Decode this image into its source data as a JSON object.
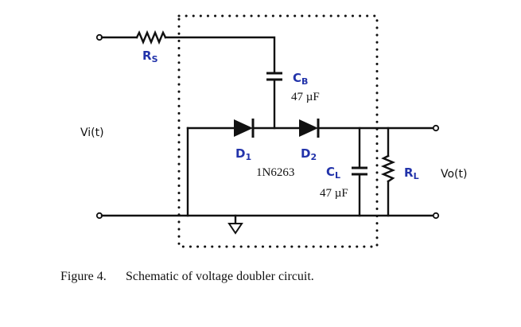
{
  "labels": {
    "rs": {
      "main": "R",
      "sub": "S"
    },
    "vi": "Vi(t)",
    "cb": {
      "main": "C",
      "sub": "B",
      "value": "47 µF"
    },
    "d1": {
      "main": "D",
      "sub": "1"
    },
    "d2": {
      "main": "D",
      "sub": "2"
    },
    "part": "1N6263",
    "cl": {
      "main": "C",
      "sub": "L",
      "value": "47 µF"
    },
    "rl": {
      "main": "R",
      "sub": "L"
    },
    "vo": "Vo(t)"
  },
  "caption": {
    "figure": "Figure 4.",
    "text": "Schematic of voltage doubler circuit."
  }
}
